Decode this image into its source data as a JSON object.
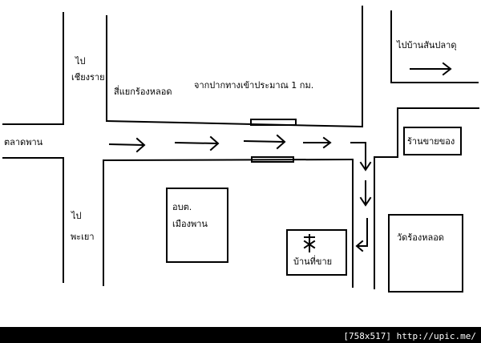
{
  "map": {
    "labels": {
      "to_chiangrai_line1": "ไป",
      "to_chiangrai_line2": "เชียงราย",
      "to_phayao_line1": "ไป",
      "to_phayao_line2": "พะเยา",
      "market": "ตลาดพาน",
      "intersection": "สี่แยกร้องหลอด",
      "distance_note": "จากปากทางเข้าประมาณ 1 กม.",
      "to_ban_luang": "ไปบ้านสันปลาดุ",
      "shop": "ร้านขายของ",
      "obt_line1": "อบต.",
      "obt_line2": "เมืองพาน",
      "house_for_sale": "บ้านที่ขาย",
      "temple": "วัดร้องหลอด"
    },
    "house_marker_icon": "asterisk-marker-icon",
    "line_color": "#000000",
    "background_color": "#ffffff"
  },
  "footer": {
    "watermark": "[758x517] http://upic.me/"
  }
}
